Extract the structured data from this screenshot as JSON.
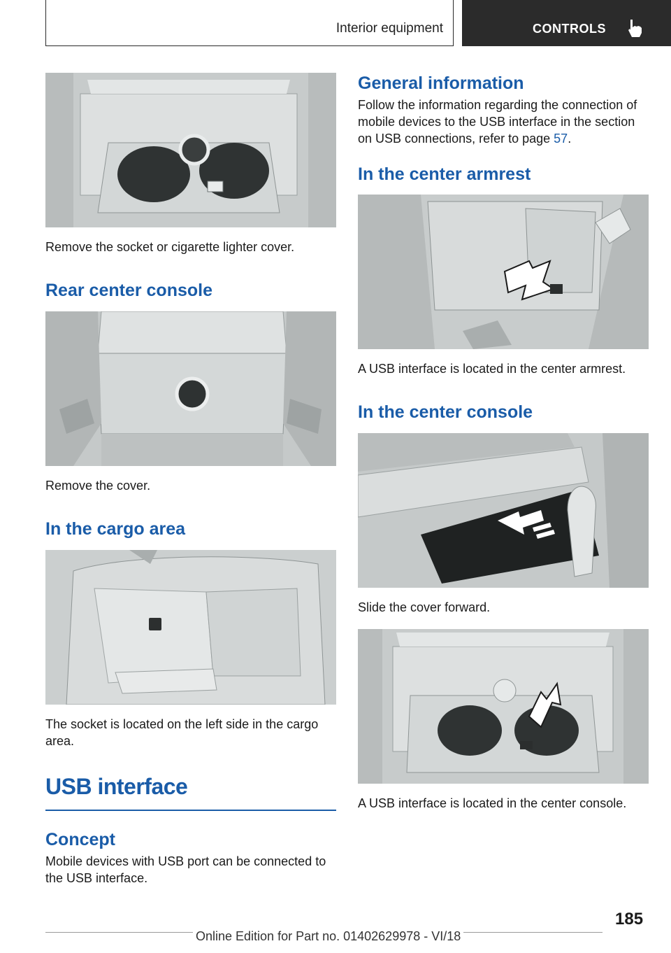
{
  "header": {
    "section_title": "Interior equipment",
    "chapter_title": "CONTROLS",
    "chapter_icon": "hand-pointer-icon"
  },
  "left_column": {
    "caption_1": "Remove the socket or cigarette lighter cover.",
    "heading_rear_console": "Rear center console",
    "caption_2": "Remove the cover.",
    "heading_cargo": "In the cargo area",
    "caption_3": "The socket is located on the left side in the cargo area.",
    "heading_usb": "USB interface",
    "heading_concept": "Concept",
    "concept_text": "Mobile devices with USB port can be connected to the USB interface."
  },
  "right_column": {
    "heading_general": "General information",
    "general_text_before": "Follow the information regarding the connection of mobile devices to the USB interface in the section on USB connections, refer to page ",
    "general_page_link": "57",
    "general_text_after": ".",
    "heading_armrest": "In the center armrest",
    "caption_armrest": "A USB interface is located in the center armrest.",
    "heading_console": "In the center console",
    "caption_slide": "Slide the cover forward.",
    "caption_console": "A USB interface is located in the center console."
  },
  "footer": {
    "page_number": "185",
    "edition_text": "Online Edition for Part no. 01402629978 - VI/18"
  },
  "colors": {
    "heading_blue": "#1a5ca8",
    "chapter_bg": "#2b2b2b",
    "figure_gray": "#c9cdcd"
  }
}
